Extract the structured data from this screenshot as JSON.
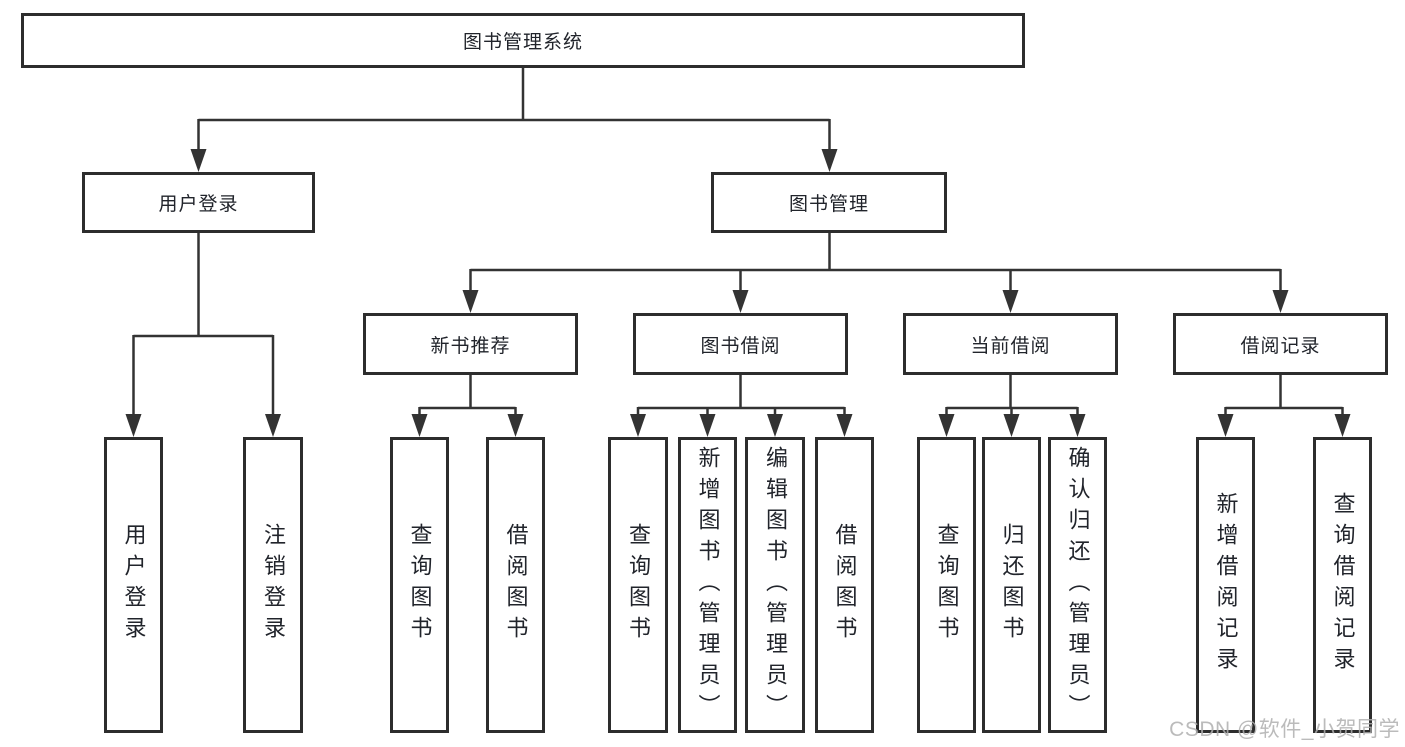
{
  "diagram": {
    "root": {
      "label": "图书管理系统"
    },
    "level2": {
      "user_login": {
        "label": "用户登录"
      },
      "book_management": {
        "label": "图书管理"
      }
    },
    "level3": {
      "new_book_recommend": {
        "label": "新书推荐"
      },
      "book_borrowing": {
        "label": "图书借阅"
      },
      "current_borrowing": {
        "label": "当前借阅"
      },
      "borrowing_records": {
        "label": "借阅记录"
      }
    },
    "leaves": {
      "user_login": {
        "label": "用户登录"
      },
      "logout": {
        "label": "注销登录"
      },
      "recommend_query_books": {
        "label": "查询图书"
      },
      "recommend_borrow_books": {
        "label": "借阅图书"
      },
      "borrowing_query_books": {
        "label": "查询图书"
      },
      "borrowing_add_books": {
        "label": "新增图书（管理员）"
      },
      "borrowing_edit_books": {
        "label": "编辑图书（管理员）"
      },
      "borrowing_borrow_books": {
        "label": "借阅图书"
      },
      "current_query_books": {
        "label": "查询图书"
      },
      "current_return_books": {
        "label": "归还图书"
      },
      "current_confirm_return": {
        "label": "确认归还（管理员）"
      },
      "records_add_record": {
        "label": "新增借阅记录"
      },
      "records_query_record": {
        "label": "查询借阅记录"
      }
    },
    "watermark": "CSDN @软件_小贺同学",
    "colors": {
      "line": "#333333",
      "border": "#2d2d2d",
      "text": "#21242b",
      "watermark": "#b0b0b0",
      "background": "#ffffff"
    }
  }
}
